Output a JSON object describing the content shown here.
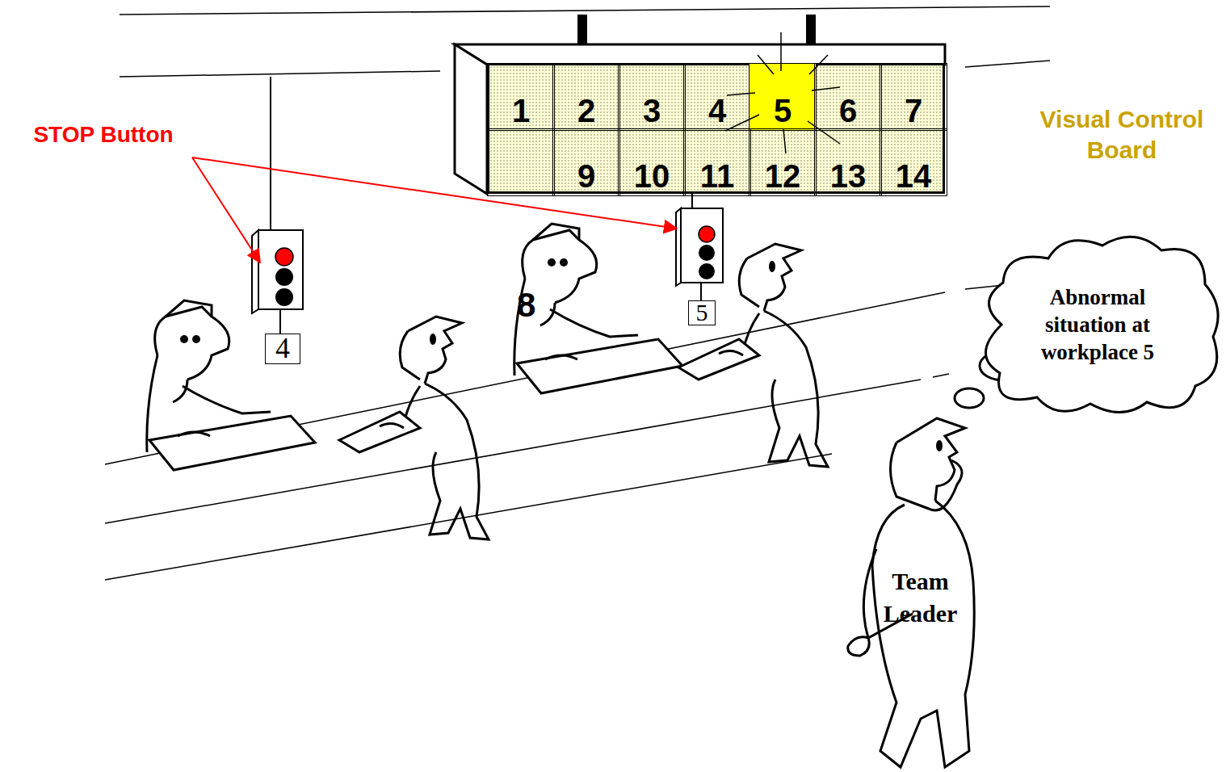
{
  "diagram": {
    "nodes": [
      {
        "text": [
          "Visual Control Board"
        ]
      },
      {
        "text": [
          "1"
        ],
        "in": 0
      },
      {
        "text": [
          "2"
        ],
        "in": 0
      },
      {
        "text": [
          "3"
        ],
        "in": 0
      },
      {
        "text": [
          "4"
        ],
        "in": 0
      },
      {
        "text": [
          "5"
        ],
        "in": 0
      },
      {
        "text": [
          "6"
        ],
        "in": 0
      },
      {
        "text": [
          "7"
        ],
        "in": 0
      },
      {
        "text": [
          "9"
        ],
        "in": 0
      },
      {
        "text": [
          "10"
        ],
        "in": 0
      },
      {
        "text": [
          "11"
        ],
        "in": 0
      },
      {
        "text": [
          "12"
        ],
        "in": 0
      },
      {
        "text": [
          "13"
        ],
        "in": 0
      },
      {
        "text": [
          "14"
        ],
        "in": 0
      },
      {
        "text": [
          "4"
        ]
      },
      {
        "text": [
          "5"
        ]
      },
      {
        "text": [
          "Abnormal situation at workplace 5"
        ]
      }
    ],
    "labels": [
      "STOP Button",
      "8",
      "Team Leader"
    ]
  }
}
